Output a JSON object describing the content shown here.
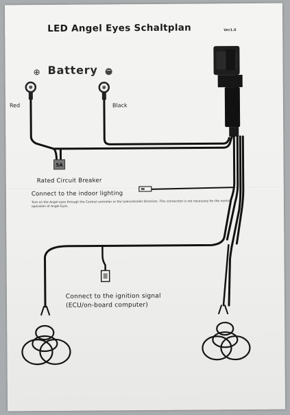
{
  "title": "LED Angel Eyes Schaltplan",
  "version": "Ver1.0",
  "battery": {
    "label": "Battery",
    "plus_symbol": "⊕",
    "minus_symbol": "−"
  },
  "wires": {
    "red": "Red",
    "black": "Black"
  },
  "breaker": {
    "rating": "5A",
    "label": "Rated Circuit Breaker"
  },
  "indoor": {
    "label": "Connect to the indoor lighting",
    "note": "Turn on the Angel eyes through the Central controller or the telecontroller Direction. This connection is not necessary for the normal operation of Angel Eyes."
  },
  "ignition": {
    "line1": "Connect to the ignition signal",
    "line2": "(ECU/on-board computer)"
  }
}
